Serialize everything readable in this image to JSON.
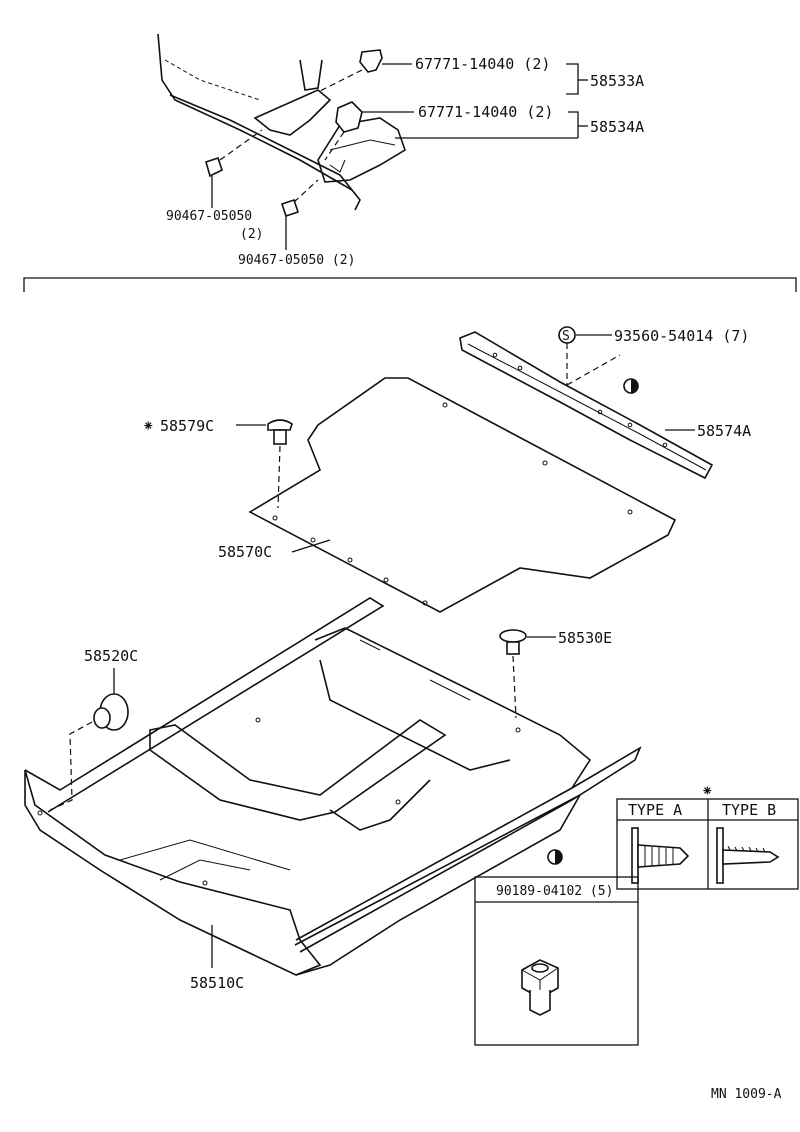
{
  "labels": {
    "clip_a": "67771-14040 (2)",
    "clip_b": "67771-14040 (2)",
    "part_58533a": "58533A",
    "part_58534a": "58534A",
    "clip_c": "90467-05050",
    "clip_c_qty": "(2)",
    "clip_d": "90467-05050 (2)",
    "bolt": "93560-54014 (7)",
    "part_58574a": "58574A",
    "part_58579c": "58579C",
    "part_58570c": "58570C",
    "part_58530e": "58530E",
    "part_58520c": "58520C",
    "part_58510c": "58510C",
    "type_a": "TYPE A",
    "type_b": "TYPE B",
    "fastener_box": "90189-04102 (5)",
    "footer_code": "MN  1009-A"
  },
  "symbols": {
    "asterisk": "⁕",
    "s_mark": "S",
    "half_circle": "half-circle-icon"
  }
}
